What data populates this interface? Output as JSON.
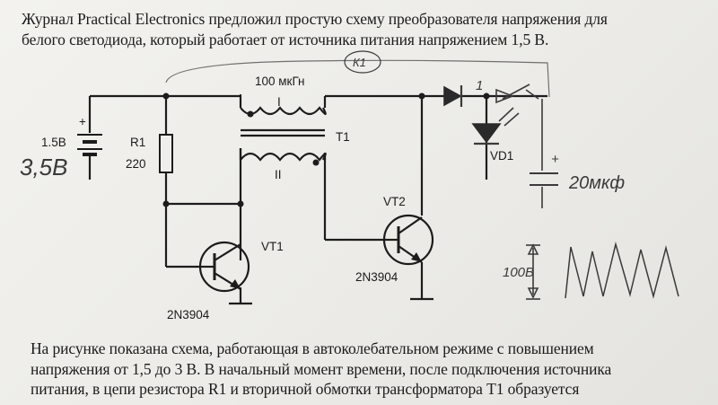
{
  "intro": {
    "lines": [
      "Журнал Practical Electronics предложил простую схему преобразователя напряжения для",
      "белого светодиода, который работает от источника питания напряжением 1,5 В."
    ]
  },
  "schematic": {
    "battery_label": "1.5В",
    "battery_plus": "+",
    "resistor_label": "R1",
    "resistor_value": "220",
    "inductance_label": "100 мкГн",
    "winding_primary": "I",
    "winding_secondary": "II",
    "transformer_label": "T1",
    "transistor1_label": "VT1",
    "transistor1_model": "2N3904",
    "transistor2_label": "VT2",
    "transistor2_model": "2N3904",
    "diode_label": "VD1"
  },
  "handwritten": {
    "battery_voltage": "3,5В",
    "k1_note": "К1",
    "diode_number": "1",
    "capacitor_plus": "+",
    "capacitor_value": "20мкф",
    "voltage_peak": "100В"
  },
  "body_text": {
    "lines": [
      "На рисунке показана схема, работающая в автоколебательном режиме с повышением",
      "напряжения от 1,5 до 3 В. В начальный момент времени, после подключения источника",
      "питания, в цепи резистора R1 и вторичной обмотки трансформатора T1 образуется"
    ]
  }
}
